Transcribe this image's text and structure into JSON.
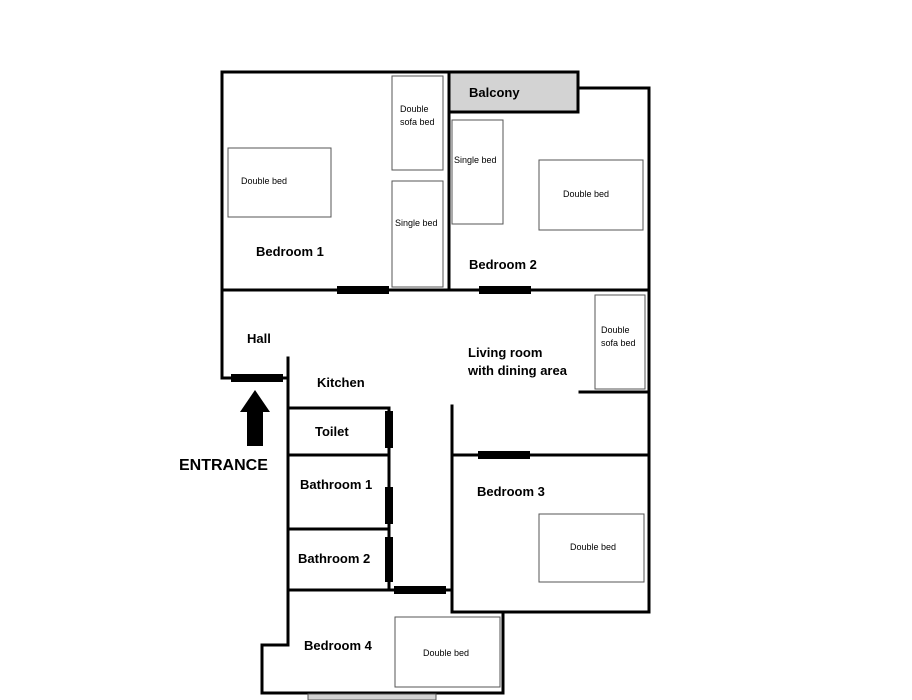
{
  "rooms": {
    "balcony": "Balcony",
    "bedroom1": "Bedroom 1",
    "bedroom2": "Bedroom 2",
    "bedroom3": "Bedroom 3",
    "bedroom4": "Bedroom 4",
    "hall": "Hall",
    "kitchen": "Kitchen",
    "living_line1": "Living room",
    "living_line2": "with dining area",
    "toilet": "Toilet",
    "bathroom1": "Bathroom 1",
    "bathroom2": "Bathroom 2"
  },
  "furniture": {
    "bed1_double": "Double bed",
    "bed1_sofa_line1": "Double",
    "bed1_sofa_line2": "sofa bed",
    "bed1_single": "Single bed",
    "bed2_single": "Single bed",
    "bed2_double": "Double bed",
    "living_sofa_line1": "Double",
    "living_sofa_line2": "sofa bed",
    "bed3_double": "Double bed",
    "bed4_double": "Double bed"
  },
  "entrance": {
    "label": "ENTRANCE"
  },
  "colors": {
    "wall": "#000000",
    "balcony_fill": "#d3d3d3",
    "furniture_stroke": "#555555"
  }
}
